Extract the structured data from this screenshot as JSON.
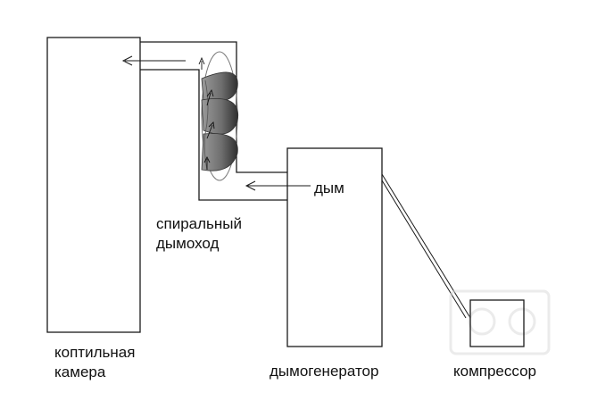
{
  "labels": {
    "chamber": [
      "коптильная",
      "камера"
    ],
    "chimney": [
      "спиральный",
      "дымоход"
    ],
    "smoke": "дым",
    "generator": "дымогенератор",
    "compressor": "компрессор"
  },
  "colors": {
    "line": "#1a1a1a",
    "spiral_dark": "#4a4a4a",
    "spiral_light": "#b8b8b8",
    "watermark": "#d8d8d8"
  }
}
